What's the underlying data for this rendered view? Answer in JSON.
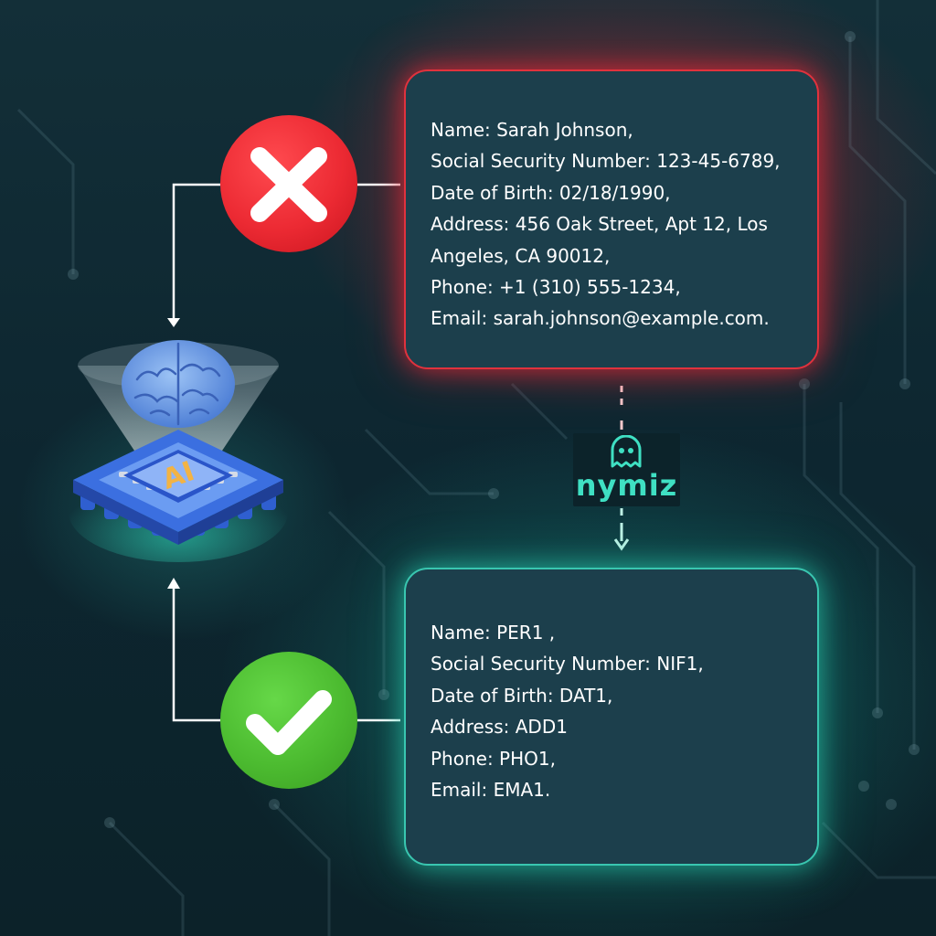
{
  "original_card": {
    "lines": [
      "Name: Sarah Johnson,",
      "Social Security Number: 123-45-6789,",
      "Date of Birth: 02/18/1990,",
      "Address: 456 Oak Street, Apt 12, Los",
      "Angeles, CA 90012,",
      "Phone: +1 (310) 555-1234,",
      "Email: sarah.johnson@example.com."
    ],
    "border_color": "#e0323d"
  },
  "anonymized_card": {
    "lines": [
      "Name: PER1 ,",
      "Social Security Number: NIF1,",
      "Date of Birth: DAT1,",
      "Address: ADD1",
      "Phone: PHO1,",
      "Email: EMA1."
    ],
    "border_color": "#39c6b0"
  },
  "logo": {
    "text": "nymiz",
    "color": "#3fe0c3",
    "icon": "ghost-icon"
  },
  "status_icons": {
    "reject": "cross-icon",
    "accept": "check-icon"
  },
  "ai_chip": {
    "label": "AI",
    "icon": "brain-icon"
  }
}
